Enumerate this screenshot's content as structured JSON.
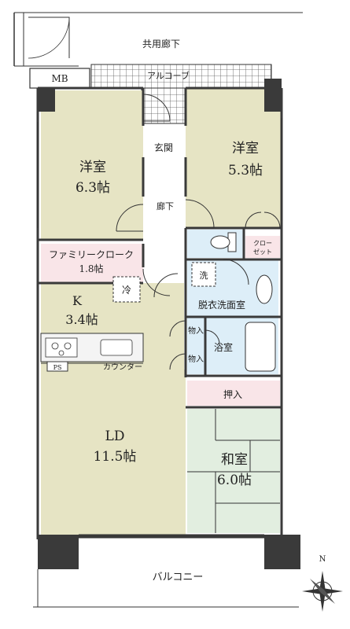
{
  "corridor": {
    "label": "共用廊下"
  },
  "mb": {
    "label": "MB"
  },
  "alcove": {
    "label": "アルコーブ"
  },
  "entrance": {
    "label": "玄関"
  },
  "hallway": {
    "label": "廊下"
  },
  "western_left": {
    "name": "洋室",
    "size": "6.3帖"
  },
  "western_right": {
    "name": "洋室",
    "size": "5.3帖"
  },
  "closet_small": {
    "line1": "クロー",
    "line2": "ゼット"
  },
  "family_closet": {
    "name": "ファミリークローク",
    "size": "1.8帖"
  },
  "fridge": {
    "label": "冷"
  },
  "washer": {
    "label": "洗"
  },
  "kitchen": {
    "name": "K",
    "size": "3.4帖"
  },
  "washroom": {
    "label": "脱衣洗面室"
  },
  "storage1": {
    "label": "物入"
  },
  "storage2": {
    "label": "物入"
  },
  "bath": {
    "label": "浴室"
  },
  "ps": {
    "label": "PS"
  },
  "counter": {
    "label": "カウンター"
  },
  "oshiire": {
    "label": "押入"
  },
  "ld": {
    "name": "LD",
    "size": "11.5帖"
  },
  "japanese": {
    "name": "和室",
    "size": "6.0帖"
  },
  "balcony": {
    "label": "バルコニー"
  },
  "compass": {
    "label": "N"
  },
  "colors": {
    "room_fill": "#e6e4c4",
    "closet_fill": "#f9e5e8",
    "wet_fill": "#ddeef8",
    "tatami_fill": "#e2eee0",
    "wall": "#3a3a3a"
  }
}
